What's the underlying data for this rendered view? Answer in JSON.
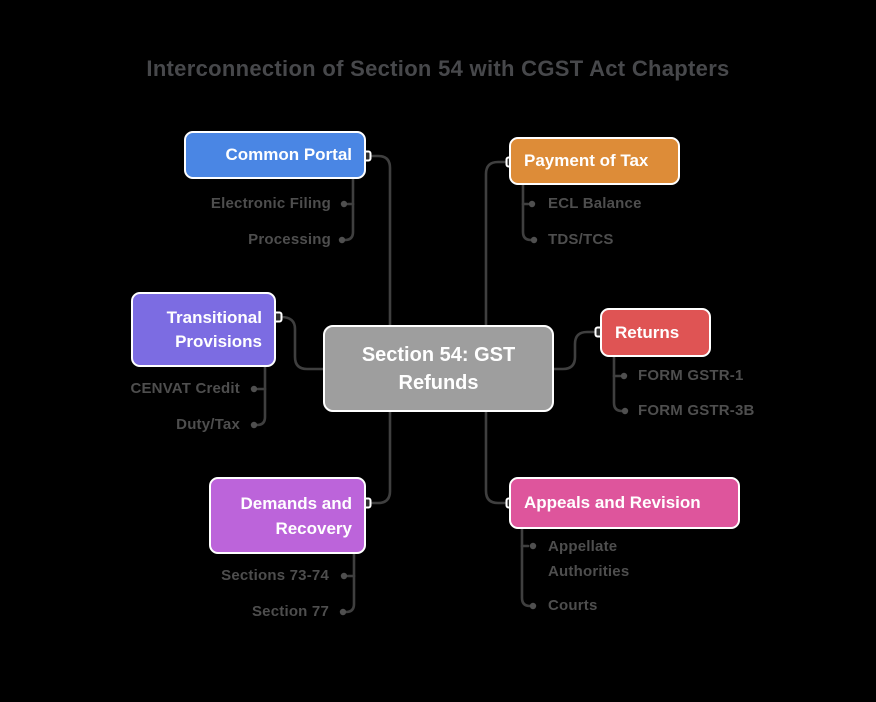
{
  "title": "Interconnection of Section 54 with CGST Act Chapters",
  "diagram": {
    "center": {
      "label": "Section 54: GST Refunds",
      "color": "#9E9E9E"
    },
    "branches": [
      {
        "label": "Common Portal",
        "color": "#4A86E4",
        "side": "left",
        "children": [
          {
            "label": "Electronic Filing"
          },
          {
            "label": "Processing"
          }
        ]
      },
      {
        "label": "Payment of Tax",
        "color": "#DD8C38",
        "side": "right",
        "children": [
          {
            "label": "ECL Balance"
          },
          {
            "label": "TDS/TCS"
          }
        ]
      },
      {
        "label": "Transitional Provisions",
        "color": "#7C6CE2",
        "side": "left",
        "children": [
          {
            "label": "CENVAT Credit"
          },
          {
            "label": "Duty/Tax"
          }
        ]
      },
      {
        "label": "Returns",
        "color": "#DF5454",
        "side": "right",
        "children": [
          {
            "label": "FORM GSTR-1"
          },
          {
            "label": "FORM GSTR-3B"
          }
        ]
      },
      {
        "label": "Demands and Recovery",
        "color": "#BC64DA",
        "side": "left",
        "children": [
          {
            "label": "Sections 73-74"
          },
          {
            "label": "Section 77"
          }
        ]
      },
      {
        "label": "Appeals and Revision",
        "color": "#DE559C",
        "side": "right",
        "children": [
          {
            "label": "Appellate Authorities"
          },
          {
            "label": "Courts"
          }
        ]
      }
    ],
    "style_colors": {
      "background": "#000000",
      "title_text": "#47484B",
      "connector_line": "#3F3F3F",
      "child_label_text": "#4E4E4E",
      "node_border": "#FFFFFF",
      "node_text": "#FFFFFF"
    }
  }
}
